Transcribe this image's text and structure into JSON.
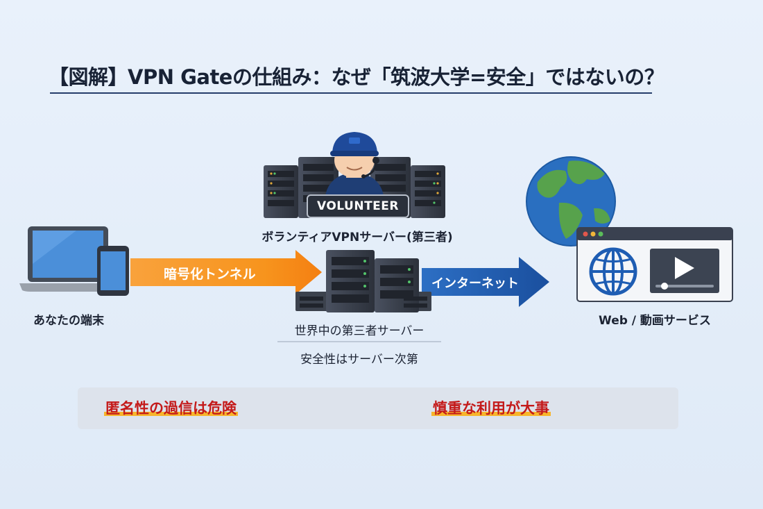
{
  "title": "【図解】VPN Gateの仕組み：なぜ「筑波大学=安全」ではないの？",
  "volunteer": {
    "badge": "VOLUNTEER",
    "label": "ボランティアVPNサーバー(第三者)"
  },
  "device": {
    "label": "あなたの端末"
  },
  "tunnel": {
    "label": "暗号化トンネル"
  },
  "internet": {
    "label": "インターネット"
  },
  "third_party": {
    "line1": "世界中の第三者サーバー",
    "line2": "安全性はサーバー次第"
  },
  "web": {
    "label": "Web / 動画サービス"
  },
  "warnings": {
    "left": "匿名性の過信は危険",
    "right": "慎重な利用が大事"
  },
  "colors": {
    "tunnel_orange": "#f7941d",
    "internet_blue": "#1f5fb5",
    "warning_red": "#c41a1a",
    "highlight_yellow": "#f7b52b"
  }
}
